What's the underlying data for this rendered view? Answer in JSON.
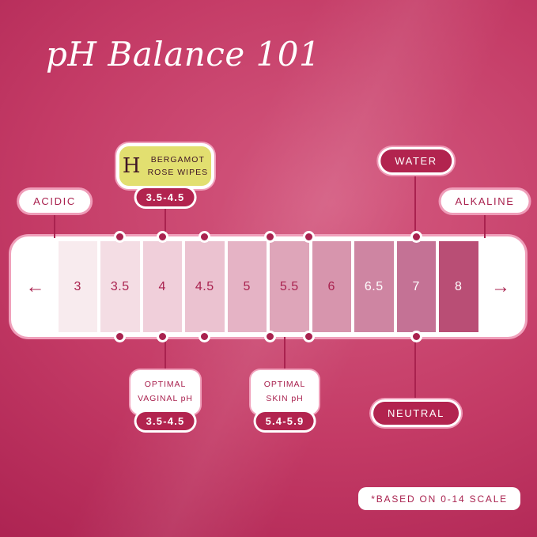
{
  "title": "pH Balance 101",
  "callouts": {
    "acidic": "ACIDIC",
    "alkaline": "ALKALINE",
    "water": "WATER",
    "neutral": "NEUTRAL",
    "product": {
      "logo_letter": "H",
      "name_line1": "BERGAMOT",
      "name_line2": "ROSE WIPES",
      "ph_range": "3.5-4.5"
    },
    "optimal_vaginal": {
      "line1": "OPTIMAL",
      "line2": "VAGINAL pH",
      "ph_range": "3.5-4.5"
    },
    "optimal_skin": {
      "line1": "OPTIMAL",
      "line2": "SKIN pH",
      "ph_range": "5.4-5.9"
    }
  },
  "footnote": "*BASED ON 0-14 SCALE",
  "scale": {
    "left_arrow": "←",
    "right_arrow": "→",
    "segments": [
      {
        "label": "3",
        "color": "#f8ebee",
        "text_color": "#a9224f"
      },
      {
        "label": "3.5",
        "color": "#f4dde4",
        "text_color": "#a9224f"
      },
      {
        "label": "4",
        "color": "#f0cfda",
        "text_color": "#a9224f"
      },
      {
        "label": "4.5",
        "color": "#ebc2d0",
        "text_color": "#a9224f"
      },
      {
        "label": "5",
        "color": "#e5b3c5",
        "text_color": "#a9224f"
      },
      {
        "label": "5.5",
        "color": "#dea5b9",
        "text_color": "#a9224f"
      },
      {
        "label": "6",
        "color": "#d795ad",
        "text_color": "#a9224f"
      },
      {
        "label": "6.5",
        "color": "#ce85a2",
        "text_color": "#ffffff"
      },
      {
        "label": "7",
        "color": "#c47295",
        "text_color": "#ffffff"
      },
      {
        "label": "8",
        "color": "#b94e75",
        "text_color": "#ffffff"
      }
    ]
  },
  "colors": {
    "accent_crimson": "#a9224f",
    "badge_crimson": "#b2244f",
    "product_yellow": "#e2df70",
    "pink_outline": "#f0a0bb",
    "background_center": "#d45a80",
    "background_edge": "#a61c4c"
  }
}
